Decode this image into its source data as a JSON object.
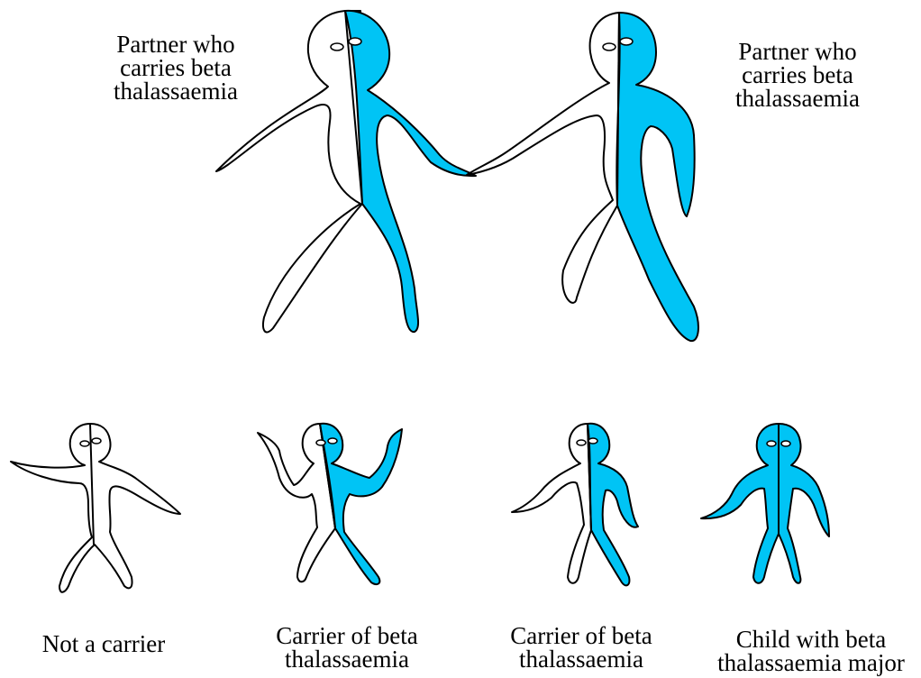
{
  "colors": {
    "carrier_fill": "#00C4F5",
    "outline": "#000000",
    "background": "#FFFFFF"
  },
  "parents": {
    "left_label": [
      "Partner who",
      "carries beta",
      "thalassaemia"
    ],
    "right_label": [
      "Partner who",
      "carries beta",
      "thalassaemia"
    ]
  },
  "children": [
    {
      "label": [
        "Not a carrier"
      ]
    },
    {
      "label": [
        "Carrier of beta",
        "thalassaemia"
      ]
    },
    {
      "label": [
        "Carrier of beta",
        "thalassaemia"
      ]
    },
    {
      "label": [
        "Child with beta",
        "thalassaemia major"
      ]
    }
  ]
}
